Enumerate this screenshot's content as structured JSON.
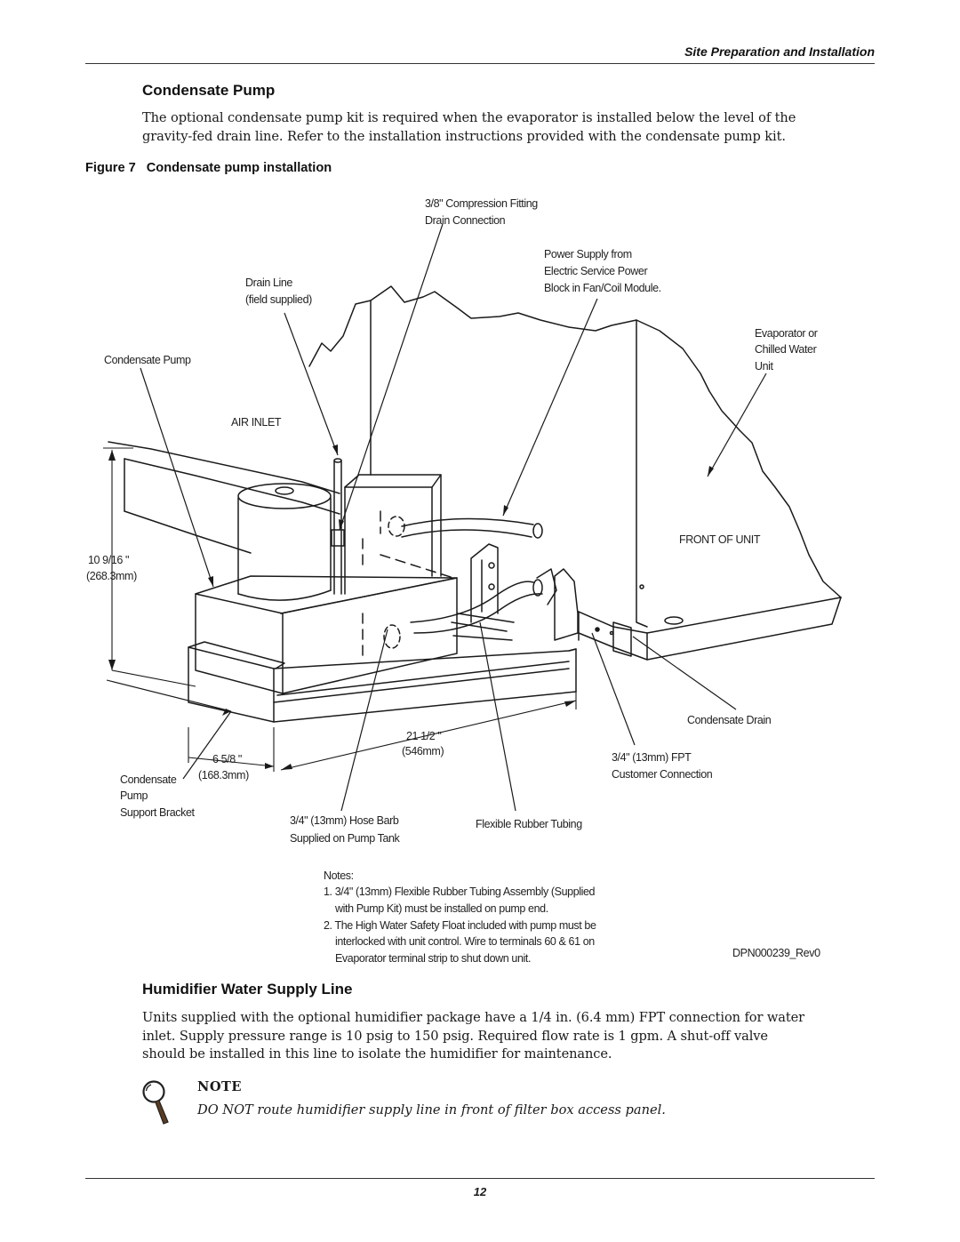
{
  "header": {
    "section_title": "Site Preparation and Installation"
  },
  "condensate_pump": {
    "heading": "Condensate Pump",
    "paragraph_lines": [
      "The optional condensate pump kit is required when the evaporator is installed below the level of the",
      "gravity-fed drain line. Refer to the installation instructions provided with the condensate pump kit."
    ]
  },
  "figure": {
    "number": "Figure 7",
    "caption": "Condensate pump installation",
    "labels": {
      "compression_fitting_1": "3/8\" Compression Fitting",
      "compression_fitting_2": "Drain Connection",
      "power_supply_1": "Power Supply from",
      "power_supply_2": "Electric Service Power",
      "power_supply_3": "Block in Fan/Coil Module.",
      "drain_line_1": "Drain Line",
      "drain_line_2": "(field supplied)",
      "evaporator_1": "Evaporator or",
      "evaporator_2": "Chilled Water",
      "evaporator_3": "Unit",
      "condensate_pump": "Condensate Pump",
      "air_inlet": "AIR INLET",
      "front_of_unit": "FRONT OF UNIT",
      "height_dim_1": "10 9/16 \"",
      "height_dim_2": "(268.3mm)",
      "condensate_drain": "Condensate Drain",
      "fpt_1": "3/4\" (13mm) FPT",
      "fpt_2": "Customer Connection",
      "length_dim_1": "21 1/2 \"",
      "length_dim_2": "(546mm)",
      "width_dim_1": "6 5/8 \"",
      "width_dim_2": "(168.3mm)",
      "bracket_1": "Condensate",
      "bracket_2": "Pump",
      "bracket_3": "Support Bracket",
      "hose_barb_1": "3/4\" (13mm) Hose Barb",
      "hose_barb_2": "Supplied on Pump Tank",
      "rubber_tubing": "Flexible Rubber Tubing",
      "notes_title": "Notes:",
      "note1_l1": "1. 3/4\" (13mm) Flexible Rubber Tubing Assembly (Supplied",
      "note1_l2": "with Pump Kit) must be installed on pump end.",
      "note2_l1": "2. The High Water Safety Float included with pump must be",
      "note2_l2": "interlocked with unit control.  Wire to terminals 60 & 61 on",
      "note2_l3": "Evaporator terminal strip to shut down unit.",
      "doc_id": "DPN000239_Rev0"
    }
  },
  "humidifier": {
    "heading": "Humidifier Water Supply Line",
    "paragraph_lines": [
      "Units supplied with the optional humidifier package have a 1/4 in. (6.4 mm) FPT connection for water",
      "inlet. Supply pressure range is 10 psig to 150 psig. Required flow rate is 1 gpm. A shut-off valve",
      "should be installed in this line to isolate the humidifier for maintenance."
    ]
  },
  "note": {
    "icon": "magnifier-icon",
    "label": "NOTE",
    "text": "DO NOT route humidifier supply line in front of filter box access panel."
  },
  "footer": {
    "page_number": "12"
  }
}
